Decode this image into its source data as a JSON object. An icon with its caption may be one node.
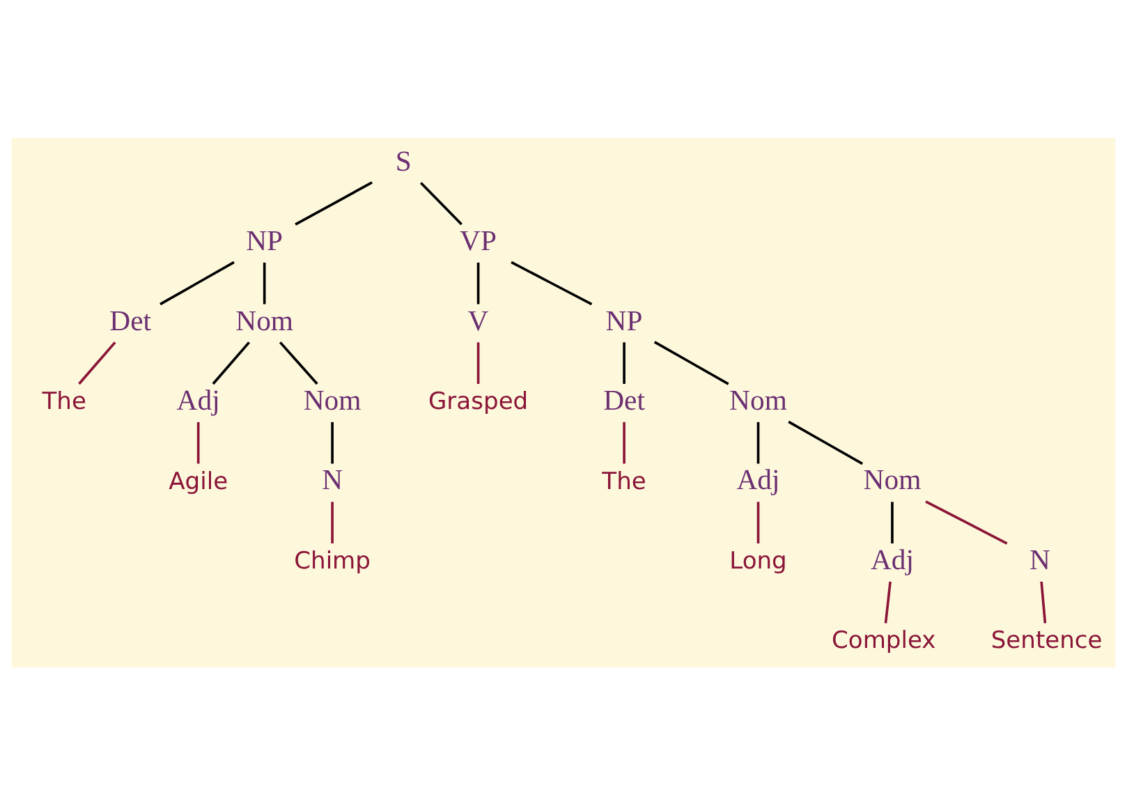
{
  "diagram": {
    "nodes": [
      {
        "text": [
          "S"
        ]
      },
      {
        "text": [
          "NP"
        ]
      },
      {
        "text": [
          "VP"
        ]
      },
      {
        "text": [
          "Det"
        ]
      },
      {
        "text": [
          "Nom"
        ]
      },
      {
        "text": [
          "V"
        ]
      },
      {
        "text": [
          "NP"
        ]
      },
      {
        "text": [
          "The"
        ]
      },
      {
        "text": [
          "Adj"
        ]
      },
      {
        "text": [
          "Nom"
        ]
      },
      {
        "text": [
          "Grasped"
        ]
      },
      {
        "text": [
          "Det"
        ]
      },
      {
        "text": [
          "Nom"
        ]
      },
      {
        "text": [
          "Agile"
        ]
      },
      {
        "text": [
          "N"
        ]
      },
      {
        "text": [
          "The"
        ]
      },
      {
        "text": [
          "Adj"
        ]
      },
      {
        "text": [
          "Nom"
        ]
      },
      {
        "text": [
          "Chimp"
        ]
      },
      {
        "text": [
          "Long"
        ]
      },
      {
        "text": [
          "Adj"
        ]
      },
      {
        "text": [
          "N"
        ]
      },
      {
        "text": [
          "Complex"
        ]
      },
      {
        "text": [
          "Sentence"
        ]
      }
    ],
    "edges": [
      {
        "from": 0,
        "to": 1,
        "arrow": "none"
      },
      {
        "from": 0,
        "to": 2,
        "arrow": "none"
      },
      {
        "from": 1,
        "to": 3,
        "arrow": "none"
      },
      {
        "from": 1,
        "to": 4,
        "arrow": "none"
      },
      {
        "from": 3,
        "to": 7,
        "arrow": "none",
        "color": "#8b1538"
      },
      {
        "from": 4,
        "to": 8,
        "arrow": "none"
      },
      {
        "from": 4,
        "to": 9,
        "arrow": "none"
      },
      {
        "from": 8,
        "to": 13,
        "arrow": "none",
        "color": "#8b1538"
      },
      {
        "from": 9,
        "to": 14,
        "arrow": "none"
      },
      {
        "from": 14,
        "to": 18,
        "arrow": "none",
        "color": "#8b1538"
      },
      {
        "from": 2,
        "to": 5,
        "arrow": "none"
      },
      {
        "from": 2,
        "to": 6,
        "arrow": "none"
      },
      {
        "from": 5,
        "to": 10,
        "arrow": "none",
        "color": "#8b1538"
      },
      {
        "from": 6,
        "to": 11,
        "arrow": "none"
      },
      {
        "from": 6,
        "to": 12,
        "arrow": "none"
      },
      {
        "from": 11,
        "to": 15,
        "arrow": "none",
        "color": "#8b1538"
      },
      {
        "from": 12,
        "to": 16,
        "arrow": "none"
      },
      {
        "from": 12,
        "to": 17,
        "arrow": "none"
      },
      {
        "from": 16,
        "to": 19,
        "arrow": "none",
        "color": "#8b1538"
      },
      {
        "from": 17,
        "to": 20,
        "arrow": "none"
      },
      {
        "from": 17,
        "to": 21,
        "arrow": "none",
        "color": "#8b1538"
      },
      {
        "from": 20,
        "to": 22,
        "arrow": "none",
        "color": "#8b1538"
      },
      {
        "from": 21,
        "to": 23,
        "arrow": "none",
        "color": "#8b1538"
      }
    ]
  }
}
